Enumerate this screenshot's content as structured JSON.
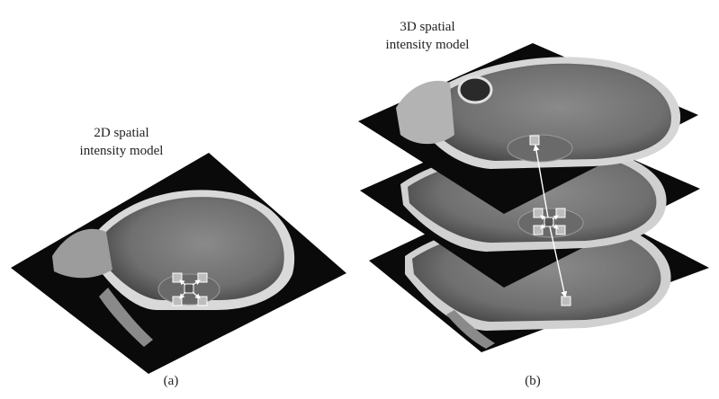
{
  "panel_a": {
    "title_line1": "2D spatial",
    "title_line2": "intensity model",
    "caption": "(a)"
  },
  "panel_b": {
    "title_line1": "3D spatial",
    "title_line2": "intensity model",
    "caption": "(b)"
  },
  "colors": {
    "slice_background": "#0a0a0a",
    "brain_tissue": "#7b7b7b",
    "voxel_marker": "#bdbdbd",
    "center_voxel": "#555555",
    "arrow": "#ffffff"
  }
}
